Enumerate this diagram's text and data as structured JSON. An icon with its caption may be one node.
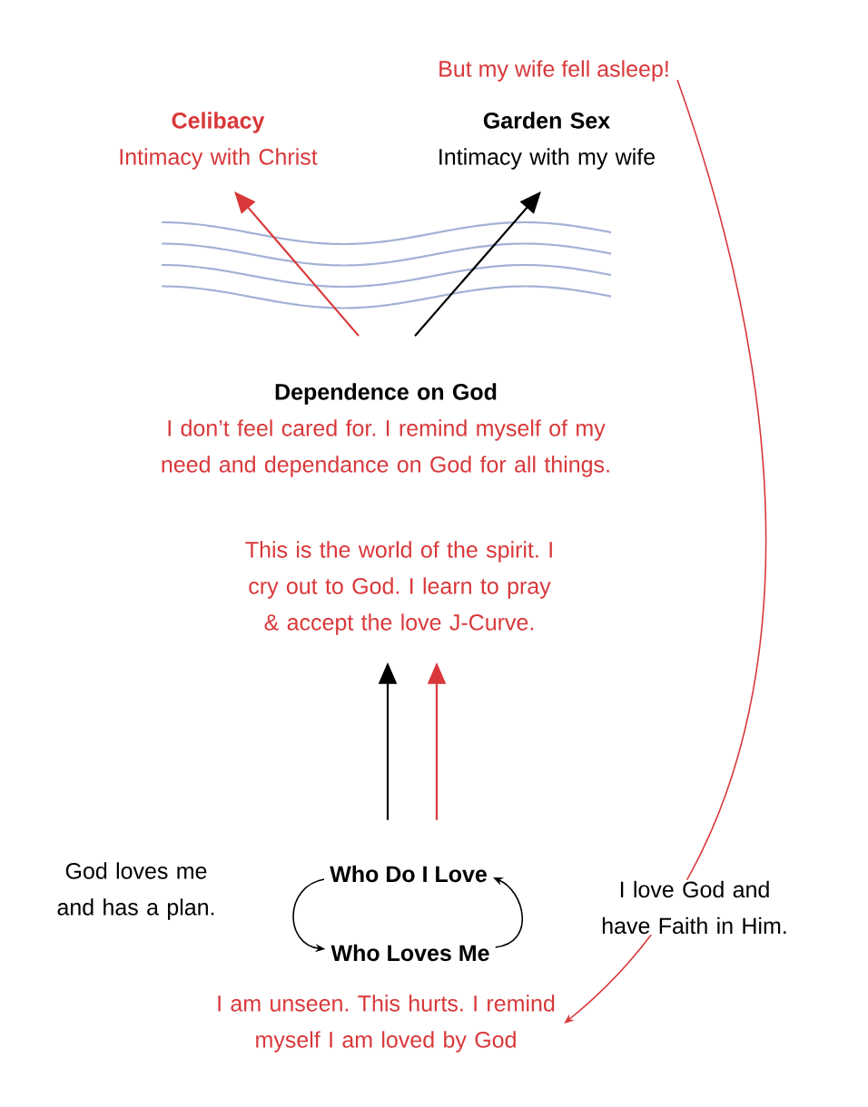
{
  "diagram": {
    "nodes": [
      {
        "text": [
          "But my wife fell asleep!"
        ]
      },
      {
        "text": [
          "Celibacy",
          "Intimacy with Christ"
        ]
      },
      {
        "text": [
          "Garden Sex",
          "Intimacy with my wife"
        ]
      },
      {
        "text": [
          "Dependence on God",
          "I don’t feel cared for. I remind myself of my need and dependance on God for all things."
        ]
      },
      {
        "text": [
          "This is the world of the spirit. I cry out to God. I learn to pray & accept the love J-Curve."
        ]
      },
      {
        "text": [
          "Who Do I Love"
        ]
      },
      {
        "text": [
          "Who Loves Me"
        ]
      },
      {
        "text": [
          "I am unseen. This hurts. I remind myself I am loved by God"
        ]
      }
    ],
    "edges": [
      {
        "from": 3,
        "to": 1,
        "arrow": "to",
        "color": "#d9383a"
      },
      {
        "from": 3,
        "to": 2,
        "arrow": "to"
      },
      {
        "from": 5,
        "to": 4,
        "arrow": "to"
      },
      {
        "from": 5,
        "to": 4,
        "arrow": "to",
        "color": "#d9383a"
      },
      {
        "from": 5,
        "to": 6,
        "arrow": "to"
      },
      {
        "from": 6,
        "to": 5,
        "arrow": "to"
      },
      {
        "from": 0,
        "to": 7,
        "arrow": "to",
        "color": "#d9383a"
      }
    ],
    "labels": [
      "God loves me and has a plan.",
      "I love God and have Faith in Him."
    ]
  }
}
